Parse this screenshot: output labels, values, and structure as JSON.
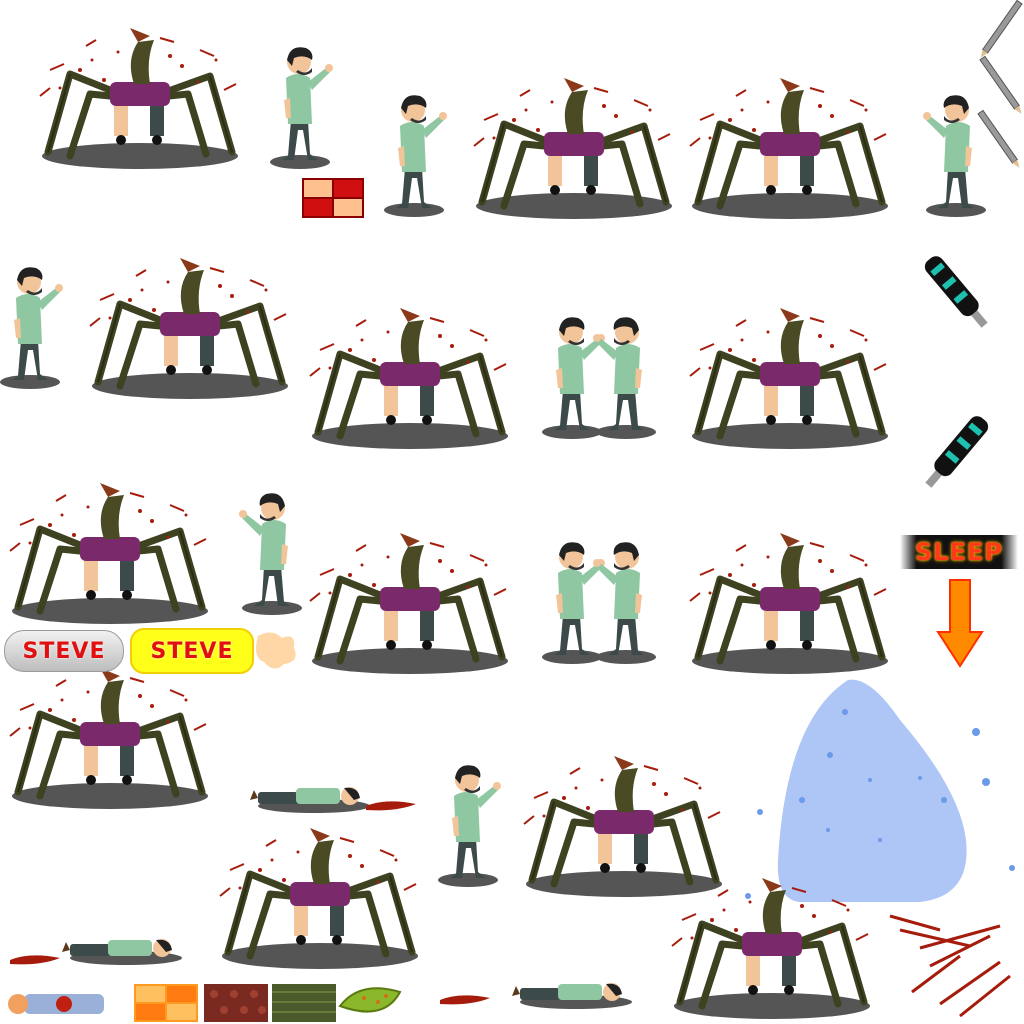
{
  "labels": {
    "steve_inactive": "STEVE",
    "steve_active": "STEVE",
    "sleep": "SLEEP"
  },
  "colors": {
    "ground_shadow": "#555555",
    "creature_body": "#4a4a24",
    "creature_dark": "#2c2c14",
    "blood": "#a61c0c",
    "steve_shirt": "#8fc7a2",
    "steve_pants": "#3c4a4a",
    "steve_hair": "#222222",
    "skin": "#f2c49a",
    "arrow": "#ff8a00",
    "water": "#aec6f5",
    "label_red": "#e01010",
    "label_yellow": "#ffff1a"
  },
  "icons": [
    "pencil-icon",
    "down-arrow-icon"
  ]
}
